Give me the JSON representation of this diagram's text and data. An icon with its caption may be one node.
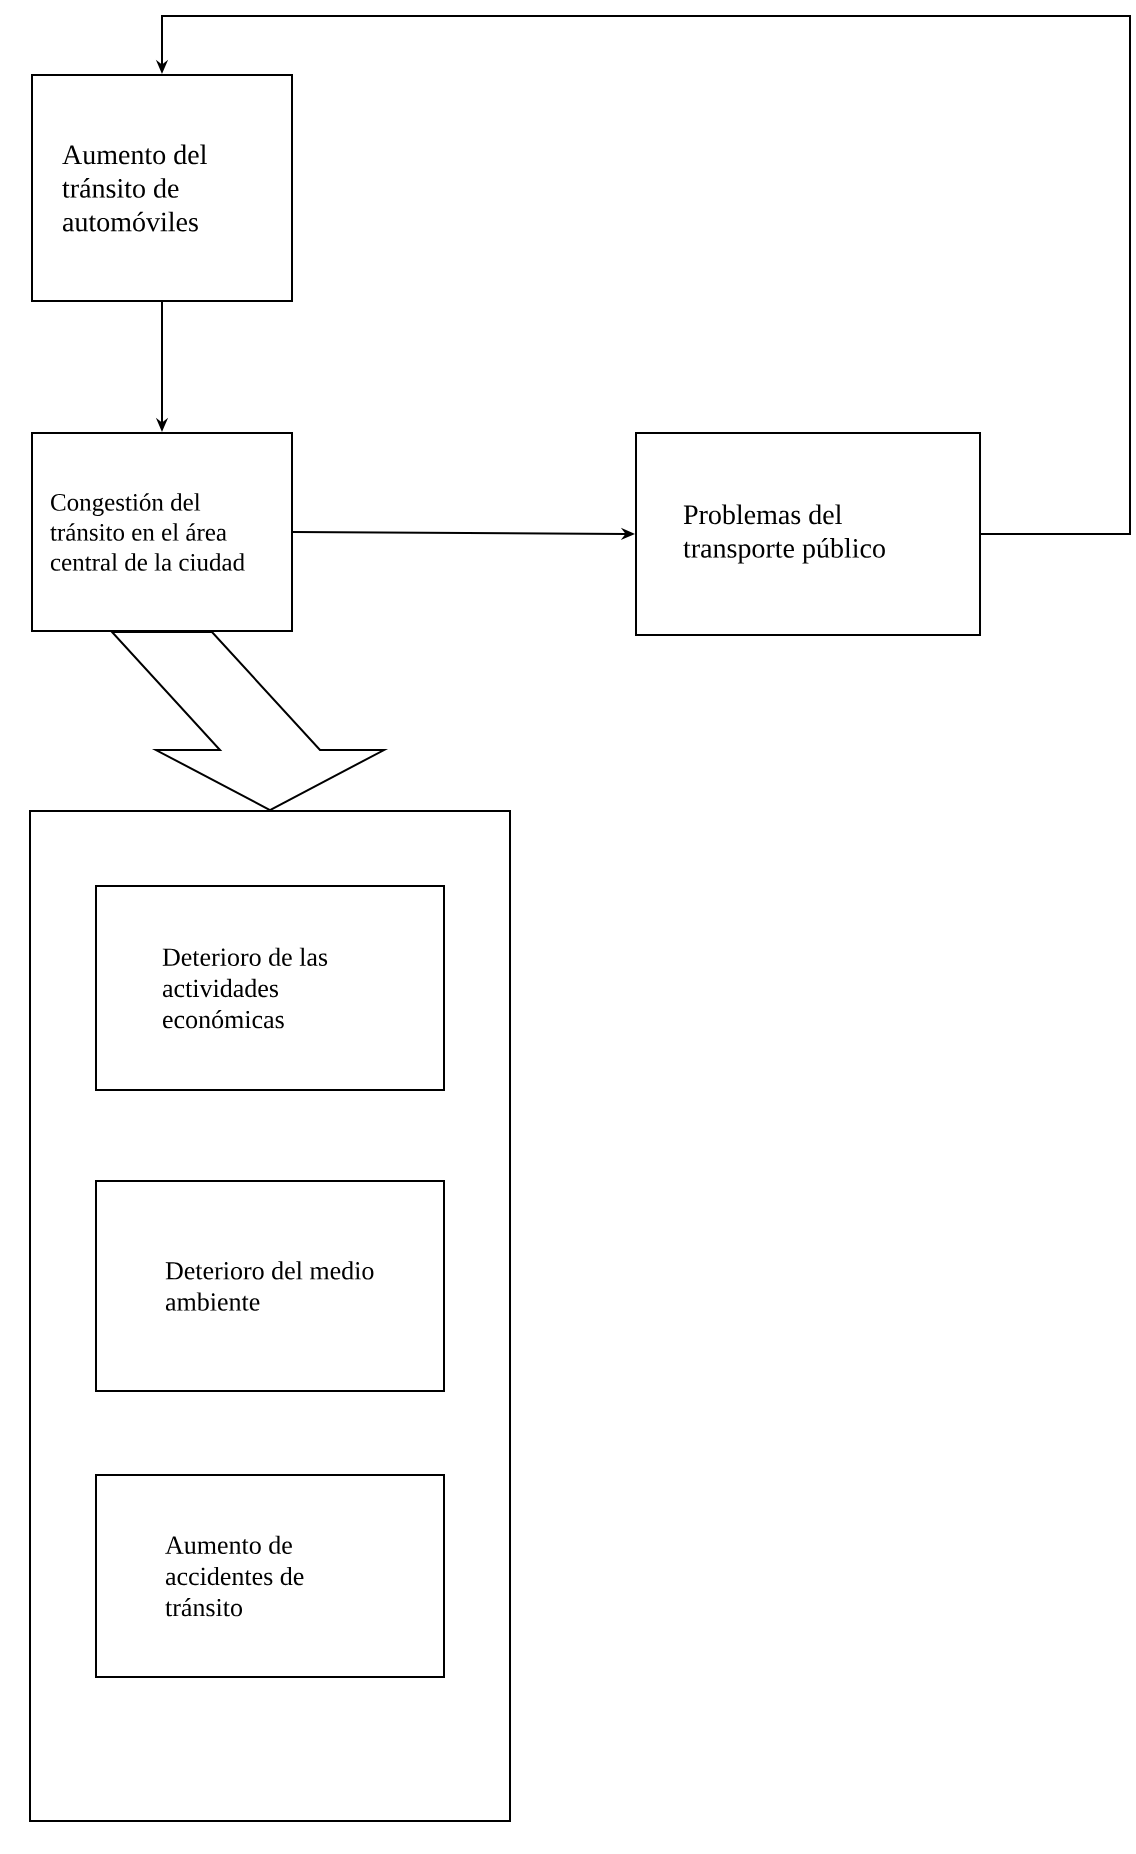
{
  "diagram": {
    "nodes": [
      {
        "text": [
          "Aumento del tránsito de automóviles"
        ]
      },
      {
        "text": [
          "Congestión del tránsito en el área central de la ciudad"
        ]
      },
      {
        "text": [
          "Problemas del transporte público"
        ]
      },
      {
        "text": [],
        "shape": "box"
      },
      {
        "text": [
          "Deterioro de las actividades económicas"
        ],
        "in": 3
      },
      {
        "text": [
          "Deterioro del medio ambiente"
        ],
        "in": 3
      },
      {
        "text": [
          "Aumento de accidentes de tránsito"
        ],
        "in": 3
      }
    ],
    "edges": [
      {
        "from": 0,
        "to": 1,
        "arrow": "to"
      },
      {
        "from": 1,
        "to": 2,
        "arrow": "to"
      },
      {
        "from": 2,
        "to": 0,
        "arrow": "to"
      },
      {
        "from": 1,
        "to": 3,
        "arrow": "to",
        "style": "thick"
      }
    ]
  }
}
